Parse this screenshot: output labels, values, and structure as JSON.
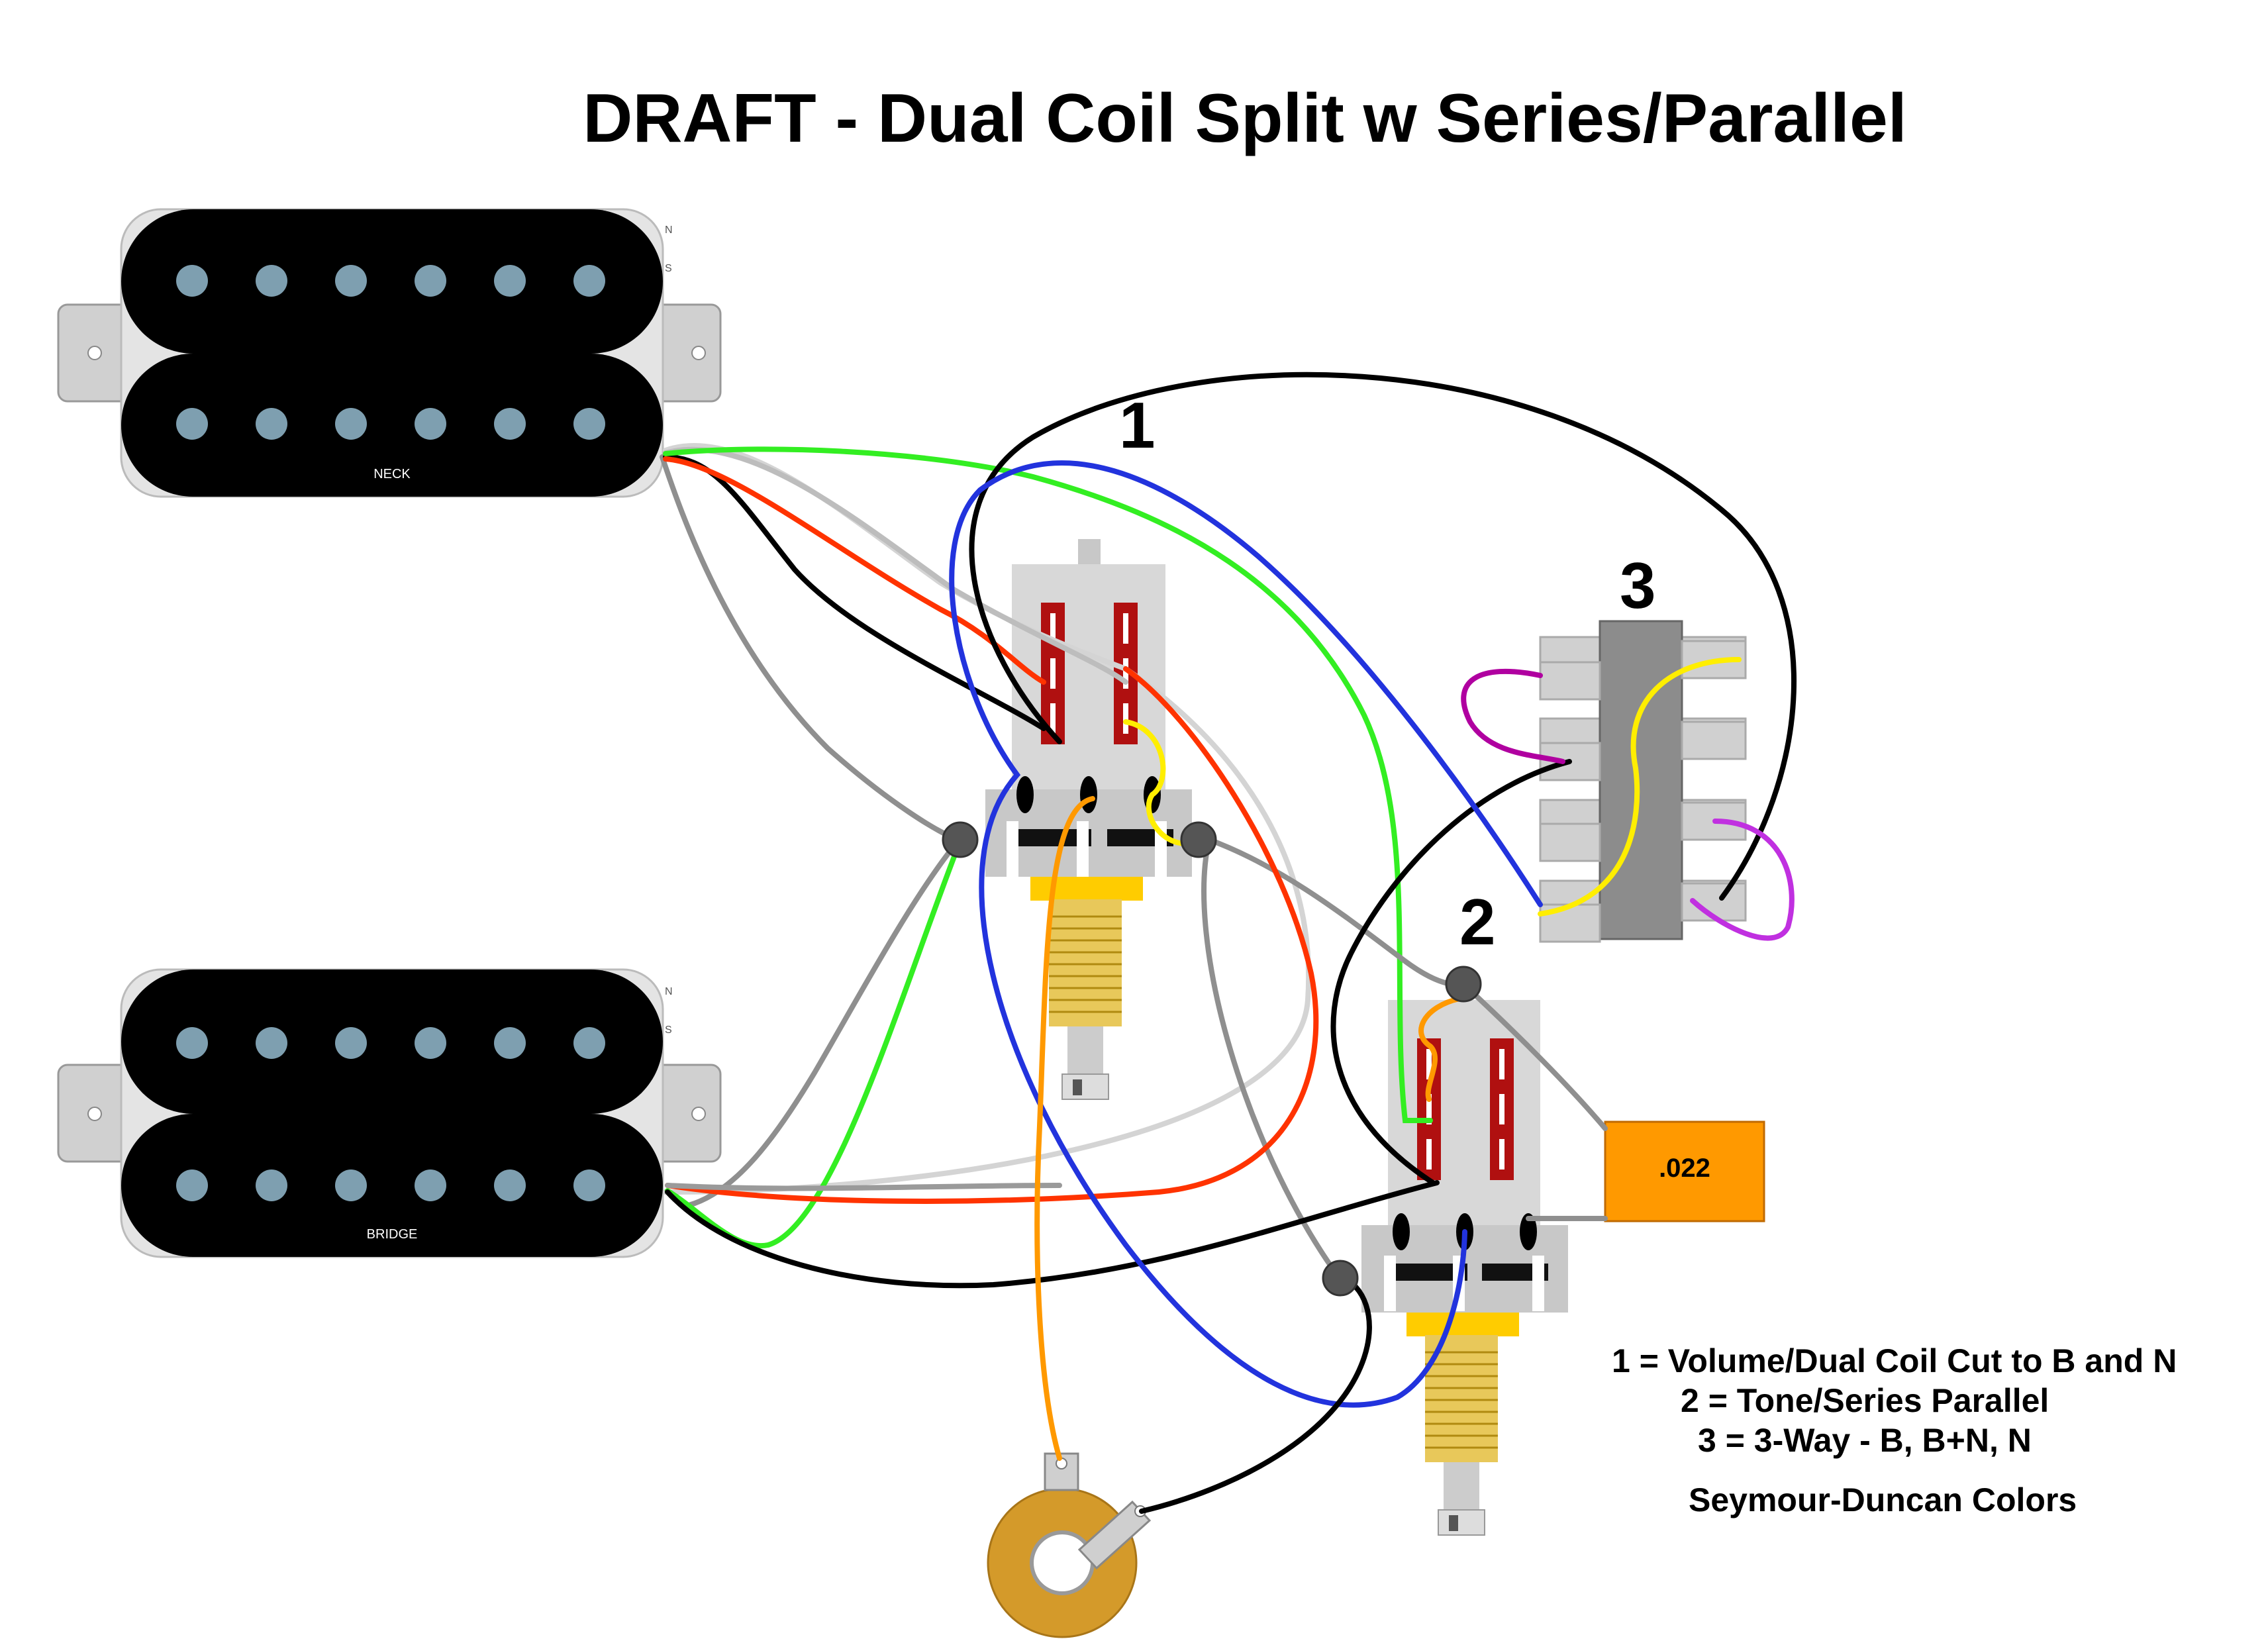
{
  "title": "DRAFT - Dual Coil Split w Series/Parallel",
  "component_numbers": {
    "volume_pot": "1",
    "tone_pot": "2",
    "switch": "3"
  },
  "pickups": {
    "neck": {
      "label": "NECK",
      "north": "N",
      "south": "S"
    },
    "bridge": {
      "label": "BRIDGE",
      "north": "N",
      "south": "S"
    }
  },
  "capacitor": {
    "value": ".022",
    "color": "#ff9900"
  },
  "legend": [
    "1 = Volume/Dual Coil Cut to B and N",
    "2 = Tone/Series Parallel",
    "3 = 3-Way - B, B+N, N"
  ],
  "color_note": "Seymour-Duncan Colors",
  "colors": {
    "black": "#000000",
    "red": "#ff3300",
    "green": "#33ee22",
    "white": "#d4d4d4",
    "bare": "#8f8f8f",
    "blue": "#2233dd",
    "yellow": "#ffee00",
    "orange": "#ff9900",
    "magenta": "#b000a0",
    "purple": "#c030e0",
    "pot_lug_red": "#b01010"
  }
}
